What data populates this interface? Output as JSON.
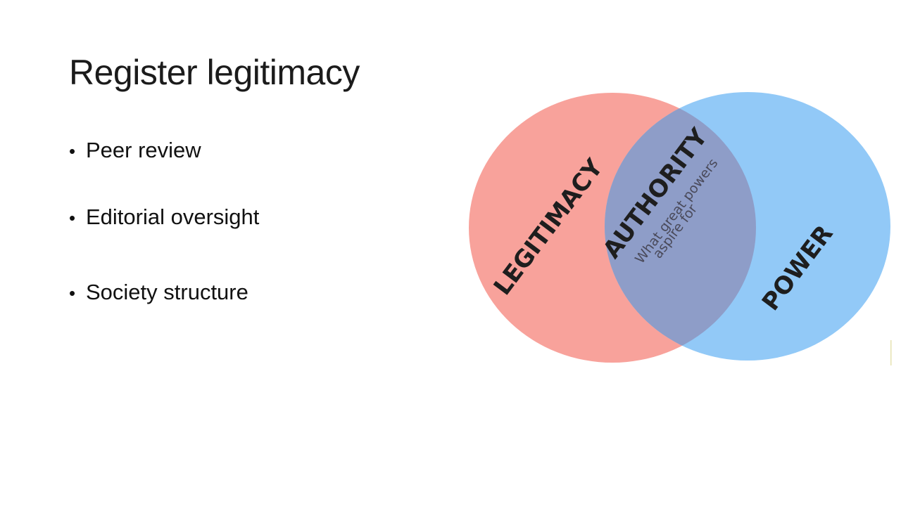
{
  "slide": {
    "title": "Register legitimacy",
    "bullets": [
      "Peer review",
      "Editorial oversight",
      "Society structure"
    ]
  },
  "venn": {
    "left_circle_label": "LEGITIMACY",
    "right_circle_label": "POWER",
    "overlap_label": "AUTHORITY",
    "overlap_caption_line1": "What great powers",
    "overlap_caption_line2": "aspire for",
    "colors": {
      "left_circle": "#f8a29b",
      "right_circle": "#92c9f7",
      "overlap": "#8e9dc8"
    }
  }
}
